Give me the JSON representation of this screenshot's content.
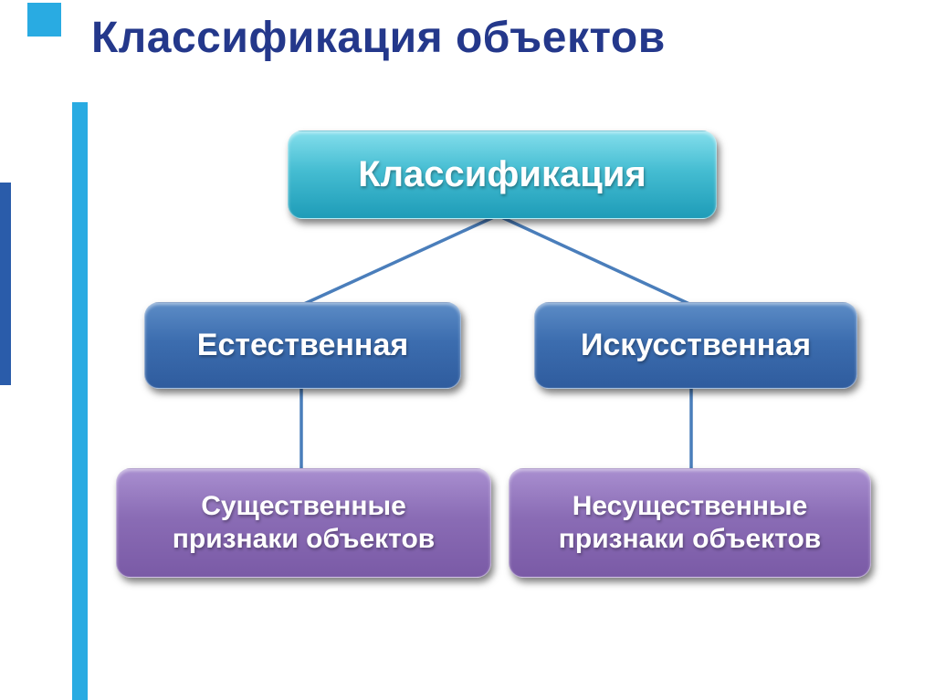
{
  "slide": {
    "title": "Классификация объектов"
  },
  "diagram": {
    "root": {
      "label": "Классификация"
    },
    "children": [
      {
        "label": "Естественная"
      },
      {
        "label": "Искусственная"
      }
    ],
    "leaves": [
      {
        "line1": "Существенные",
        "line2": "признаки объектов"
      },
      {
        "line1": "Несущественные",
        "line2": "признаки объектов"
      }
    ]
  },
  "colors": {
    "title_text": "#24388b",
    "root_box_top": "#84deec",
    "root_box_bottom": "#1e9cb8",
    "mid_box_top": "#5c8cc6",
    "mid_box_bottom": "#2f5c9e",
    "leaf_box_top": "#a98fd0",
    "leaf_box_bottom": "#7a5aa6",
    "node_text": "#ffffff",
    "connector": "#4a7ebb",
    "stripe_light": "#29abe2",
    "stripe_dark": "#2a5caa",
    "background": "#ffffff"
  }
}
